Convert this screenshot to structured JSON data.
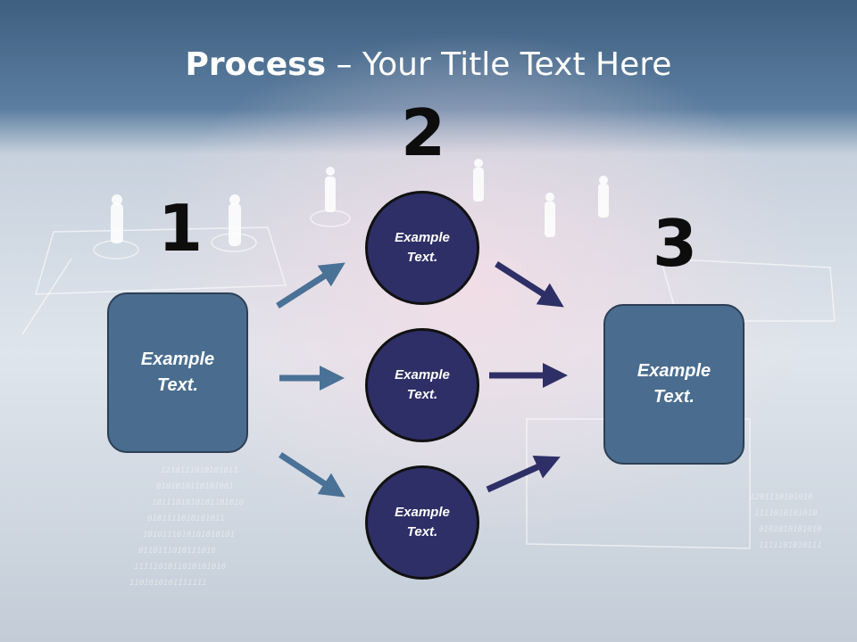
{
  "slide": {
    "title_bold": "Process",
    "title_rest": " – Your Title Text Here"
  },
  "steps": {
    "n1": "1",
    "n2": "2",
    "n3": "3"
  },
  "left_box": {
    "line1": "Example",
    "line2": "Text."
  },
  "right_box": {
    "line1": "Example",
    "line2": "Text."
  },
  "circles": [
    {
      "line1": "Example",
      "line2": "Text."
    },
    {
      "line1": "Example",
      "line2": "Text."
    },
    {
      "line1": "Example",
      "line2": "Text."
    }
  ],
  "colors": {
    "box_fill": "#4a6d8f",
    "circle_fill": "#2e2f66",
    "left_arrows": "#4a7196",
    "right_arrows": "#2e2f66"
  }
}
